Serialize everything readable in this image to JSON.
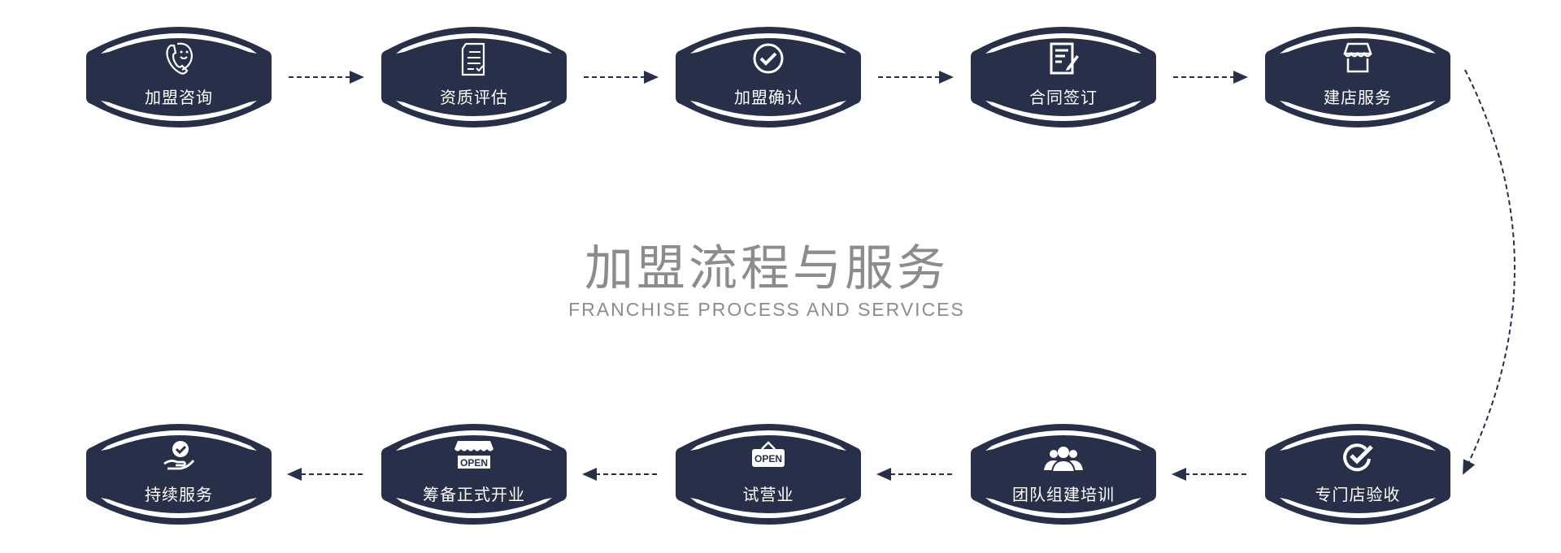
{
  "title": "加盟流程与服务",
  "subtitle": "FRANCHISE PROCESS AND SERVICES",
  "colors": {
    "badge": "#283049",
    "text": "#8c8c8c",
    "arrow": "#283049"
  },
  "steps": [
    {
      "label": "加盟咨询",
      "icon": "phone-smile-icon"
    },
    {
      "label": "资质评估",
      "icon": "document-check-icon"
    },
    {
      "label": "加盟确认",
      "icon": "check-circle-icon"
    },
    {
      "label": "合同签订",
      "icon": "contract-sign-icon"
    },
    {
      "label": "建店服务",
      "icon": "storefront-icon"
    },
    {
      "label": "专门店验收",
      "icon": "check-mark-icon"
    },
    {
      "label": "团队组建培训",
      "icon": "team-icon"
    },
    {
      "label": "试营业",
      "icon": "open-sign-icon"
    },
    {
      "label": "筹备正式开业",
      "icon": "open-store-icon"
    },
    {
      "label": "持续服务",
      "icon": "hand-check-icon"
    }
  ],
  "open_text": "OPEN"
}
